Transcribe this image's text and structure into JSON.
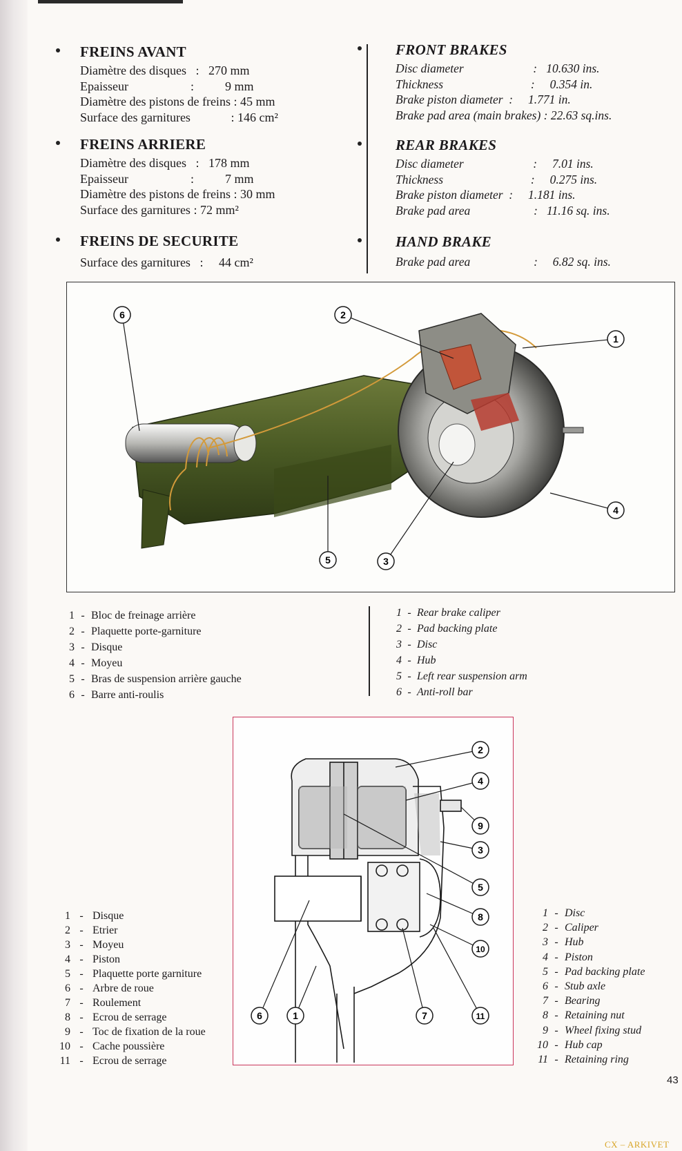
{
  "french_specs": {
    "front": {
      "heading": "FREINS AVANT",
      "rows": [
        {
          "label": "Diamètre des disques",
          "sep": "   :   ",
          "value": "270 mm"
        },
        {
          "label": "Epaisseur",
          "sep": "                    :          ",
          "value": "9 mm"
        },
        {
          "label": "Diamètre des pistons de freins",
          "sep": " : ",
          "value": "45 mm"
        },
        {
          "label": "Surface des garnitures",
          "sep": "             : ",
          "value": "146 cm²"
        }
      ]
    },
    "rear": {
      "heading": "FREINS ARRIERE",
      "rows": [
        {
          "label": "Diamètre des disques",
          "sep": "   :   ",
          "value": "178 mm"
        },
        {
          "label": "Epaisseur",
          "sep": "                    :          ",
          "value": "7 mm"
        },
        {
          "label": "Diamètre des pistons de freins",
          "sep": " : ",
          "value": "30 mm"
        },
        {
          "label": "Surface des garnitures",
          "sep": " : ",
          "value": "72 mm²"
        }
      ]
    },
    "safety": {
      "heading": "FREINS DE SECURITE",
      "rows": [
        {
          "label": "Surface des garnitures",
          "sep": "   :     ",
          "value": "44 cm²"
        }
      ]
    }
  },
  "english_specs": {
    "front": {
      "heading": "FRONT BRAKES",
      "rows": [
        {
          "label": "Disc diameter",
          "sep": "                       :   ",
          "value": "10.630 ins."
        },
        {
          "label": "Thickness",
          "sep": "                             :     ",
          "value": "0.354 in."
        },
        {
          "label": "Brake piston diameter",
          "sep": "  :     ",
          "value": "1.771 in."
        },
        {
          "label": "Brake pad area (main brakes)",
          "sep": " : ",
          "value": "22.63 sq.ins."
        }
      ]
    },
    "rear": {
      "heading": "REAR BRAKES",
      "rows": [
        {
          "label": "Disc diameter",
          "sep": "                       :     ",
          "value": "7.01 ins."
        },
        {
          "label": "Thickness",
          "sep": "                             :     ",
          "value": "0.275 ins."
        },
        {
          "label": "Brake piston diameter",
          "sep": "  :     ",
          "value": "1.181 ins."
        },
        {
          "label": "Brake pad area",
          "sep": "                     :   ",
          "value": "11.16 sq. ins."
        }
      ]
    },
    "hand": {
      "heading": "HAND BRAKE",
      "rows": [
        {
          "label": "Brake pad area",
          "sep": "                     :     ",
          "value": "6.82 sq. ins."
        }
      ]
    }
  },
  "figure_top": {
    "callouts": [
      "6",
      "2",
      "1",
      "4",
      "5",
      "3"
    ]
  },
  "legend_fr_1": [
    {
      "num": "1",
      "text": "Bloc de freinage arrière"
    },
    {
      "num": "2",
      "text": "Plaquette porte-garniture"
    },
    {
      "num": "3",
      "text": "Disque"
    },
    {
      "num": "4",
      "text": "Moyeu"
    },
    {
      "num": "5",
      "text": "Bras de suspension arrière gauche"
    },
    {
      "num": "6",
      "text": "Barre anti-roulis"
    }
  ],
  "legend_en_1": [
    {
      "num": "1",
      "text": "Rear brake caliper"
    },
    {
      "num": "2",
      "text": "Pad backing plate"
    },
    {
      "num": "3",
      "text": "Disc"
    },
    {
      "num": "4",
      "text": "Hub"
    },
    {
      "num": "5",
      "text": "Left rear suspension arm"
    },
    {
      "num": "6",
      "text": "Anti-roll bar"
    }
  ],
  "legend_dash": "-",
  "figure_bottom": {
    "callouts": [
      "2",
      "4",
      "9",
      "3",
      "5",
      "8",
      "10",
      "11",
      "7",
      "1",
      "6"
    ]
  },
  "legend_fr_2": [
    {
      "num": "1",
      "text": "Disque"
    },
    {
      "num": "2",
      "text": "Etrier"
    },
    {
      "num": "3",
      "text": "Moyeu"
    },
    {
      "num": "4",
      "text": "Piston"
    },
    {
      "num": "5",
      "text": "Plaquette porte garniture"
    },
    {
      "num": "6",
      "text": "Arbre de roue"
    },
    {
      "num": "7",
      "text": "Roulement"
    },
    {
      "num": "8",
      "text": "Ecrou de serrage"
    },
    {
      "num": "9",
      "text": "Toc de fixation de la roue"
    },
    {
      "num": "10",
      "text": "Cache poussière"
    },
    {
      "num": "11",
      "text": "Ecrou de serrage"
    }
  ],
  "legend_en_2": [
    {
      "num": "1",
      "text": "Disc"
    },
    {
      "num": "2",
      "text": "Caliper"
    },
    {
      "num": "3",
      "text": "Hub"
    },
    {
      "num": "4",
      "text": "Piston"
    },
    {
      "num": "5",
      "text": "Pad backing plate"
    },
    {
      "num": "6",
      "text": "Stub axle"
    },
    {
      "num": "7",
      "text": "Bearing"
    },
    {
      "num": "8",
      "text": "Retaining nut"
    },
    {
      "num": "9",
      "text": "Wheel fixing stud"
    },
    {
      "num": "10",
      "text": "Hub cap"
    },
    {
      "num": "11",
      "text": "Retaining ring"
    }
  ],
  "page_number": "43",
  "watermark": "CX – ARKIVET"
}
